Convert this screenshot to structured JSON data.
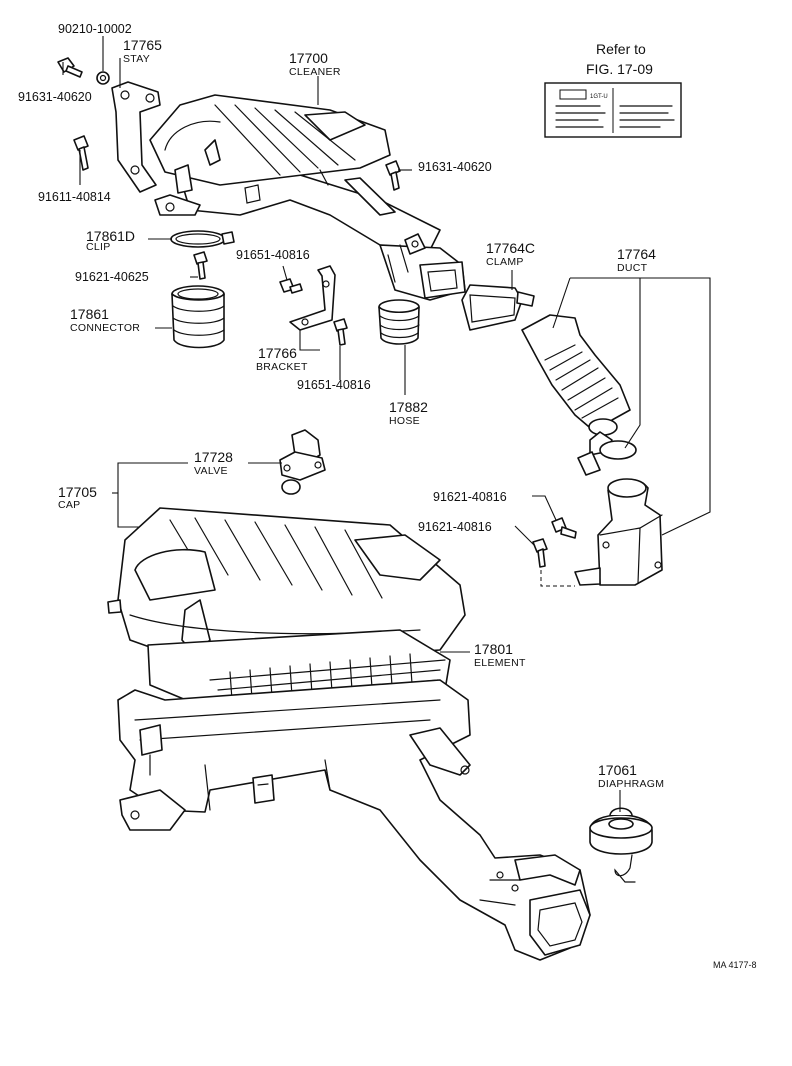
{
  "callouts": {
    "c90210_10002": "90210-10002",
    "c17765_num": "17765",
    "c17765_name": "STAY",
    "c91631_40620_a": "91631-40620",
    "c91611_40814": "91611-40814",
    "c17700_num": "17700",
    "c17700_name": "CLEANER",
    "c91631_40620_b": "91631-40620",
    "c17861D_num": "17861D",
    "c17861D_name": "CLIP",
    "c91651_40816_a": "91651-40816",
    "c91621_40625": "91621-40625",
    "c17861_num": "17861",
    "c17861_name": "CONNECTOR",
    "c17766_num": "17766",
    "c17766_name": "BRACKET",
    "c91651_40816_b": "91651-40816",
    "c17882_num": "17882",
    "c17882_name": "HOSE",
    "c17764C_num": "17764C",
    "c17764C_name": "CLAMP",
    "c17764_num": "17764",
    "c17764_name": "DUCT",
    "c17728_num": "17728",
    "c17728_name": "VALVE",
    "c17705_num": "17705",
    "c17705_name": "CAP",
    "c91621_40816_a": "91621-40816",
    "c91621_40816_b": "91621-40816",
    "c17801_num": "17801",
    "c17801_name": "ELEMENT",
    "c17061_num": "17061",
    "c17061_name": "DIAPHRAGM"
  },
  "reference": {
    "line1": "Refer to",
    "line2": "FIG. 17-09",
    "thumb_tag": "1GT-U"
  },
  "footer": {
    "code": "MA  4177-8"
  }
}
